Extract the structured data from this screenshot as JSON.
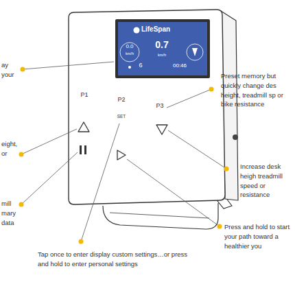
{
  "diagram": {
    "labels": [
      "ay your",
      "eight, or",
      "mill mary data",
      "Tap once to enter display custom settings…or press and hold to enter personal settings",
      "Preset memory but quickly change des height, treadmill sp or bike resistance",
      "Increase desk heigh treadmill speed or resistance",
      "Press and hold to start your path toward a healthier you",
      "LifeSpan",
      "0.0",
      "km/h",
      "0.7",
      "km/h",
      "6",
      "00:46",
      "P1",
      "P2",
      "P3",
      "SET"
    ]
  }
}
